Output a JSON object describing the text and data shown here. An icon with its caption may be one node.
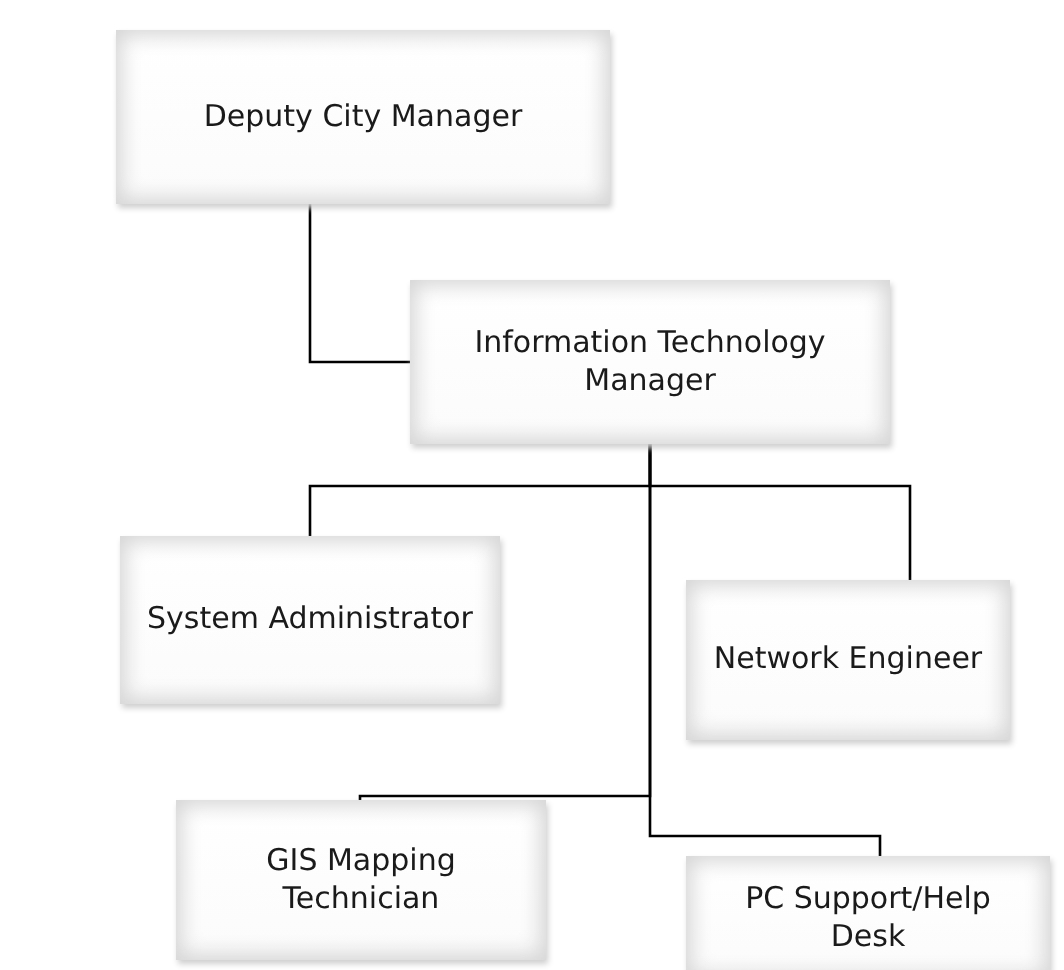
{
  "diagram": {
    "nodes": [
      {
        "text": [
          "Deputy City Manager"
        ]
      },
      {
        "text": [
          "Information Technology Manager"
        ]
      },
      {
        "text": [
          "System Administrator"
        ]
      },
      {
        "text": [
          "Network Engineer"
        ]
      },
      {
        "text": [
          "GIS Mapping Technician"
        ]
      },
      {
        "text": [
          "PC Support/Help Desk"
        ]
      }
    ],
    "edges": [
      {
        "from": 0,
        "to": 1,
        "arrow": "none"
      },
      {
        "from": 1,
        "to": 2,
        "arrow": "none"
      },
      {
        "from": 1,
        "to": 3,
        "arrow": "none"
      },
      {
        "from": 1,
        "to": 4,
        "arrow": "none"
      },
      {
        "from": 1,
        "to": 5,
        "arrow": "none"
      }
    ]
  }
}
